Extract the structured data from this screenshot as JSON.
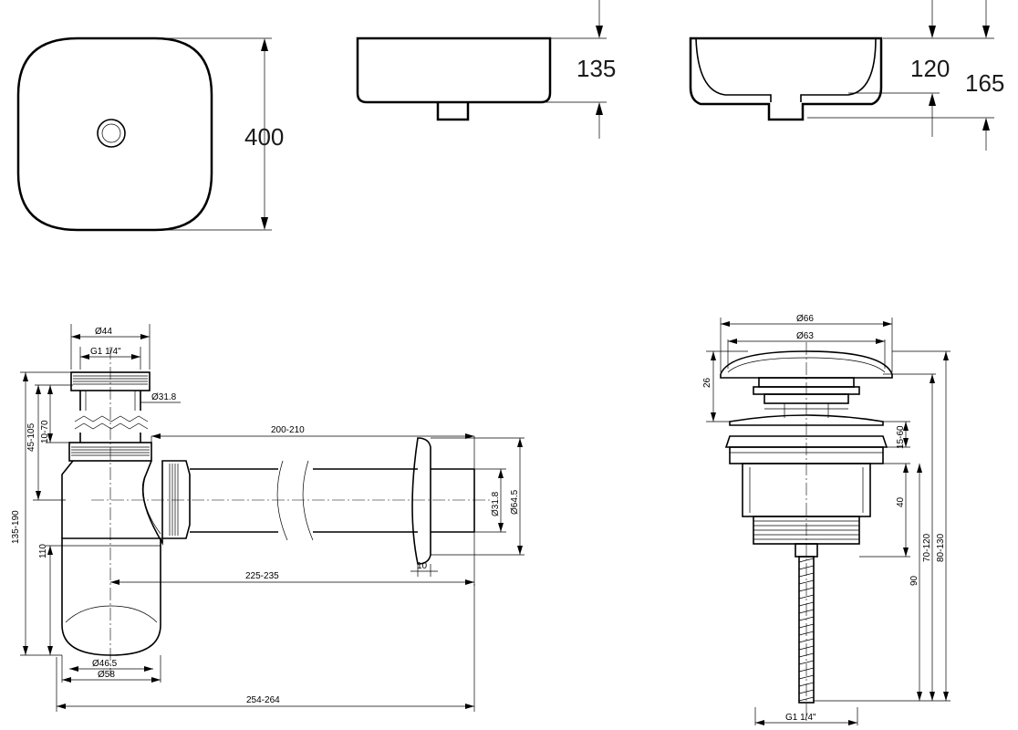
{
  "basin": {
    "width": "400",
    "depth_outer": "135",
    "depth_inner": "120",
    "height_total": "165"
  },
  "siphon": {
    "top_diameter": "Ø44",
    "thread": "G1 1/4\"",
    "pipe_diameter": "Ø31.8",
    "inlet_height": "45-105",
    "adjust_range": "10-70",
    "overall_height": "135-190",
    "cup_height": "110",
    "pipe_length": "200-210",
    "horizontal_span": "225-235",
    "total_length": "254-264",
    "cup_inner_diameter": "Ø46.5",
    "cup_outer_diameter": "Ø58",
    "outlet_diameter": "Ø31.8",
    "flange_diameter": "Ø64.5",
    "flange_thickness": "10"
  },
  "drain_valve": {
    "cap_outer": "Ø66",
    "cap_inner": "Ø63",
    "cap_height": "26",
    "gap": "15-60",
    "body_height": "40",
    "thread_height": "90",
    "range_1": "70-120",
    "range_2": "80-130",
    "thread_label": "G1 1/4\""
  }
}
